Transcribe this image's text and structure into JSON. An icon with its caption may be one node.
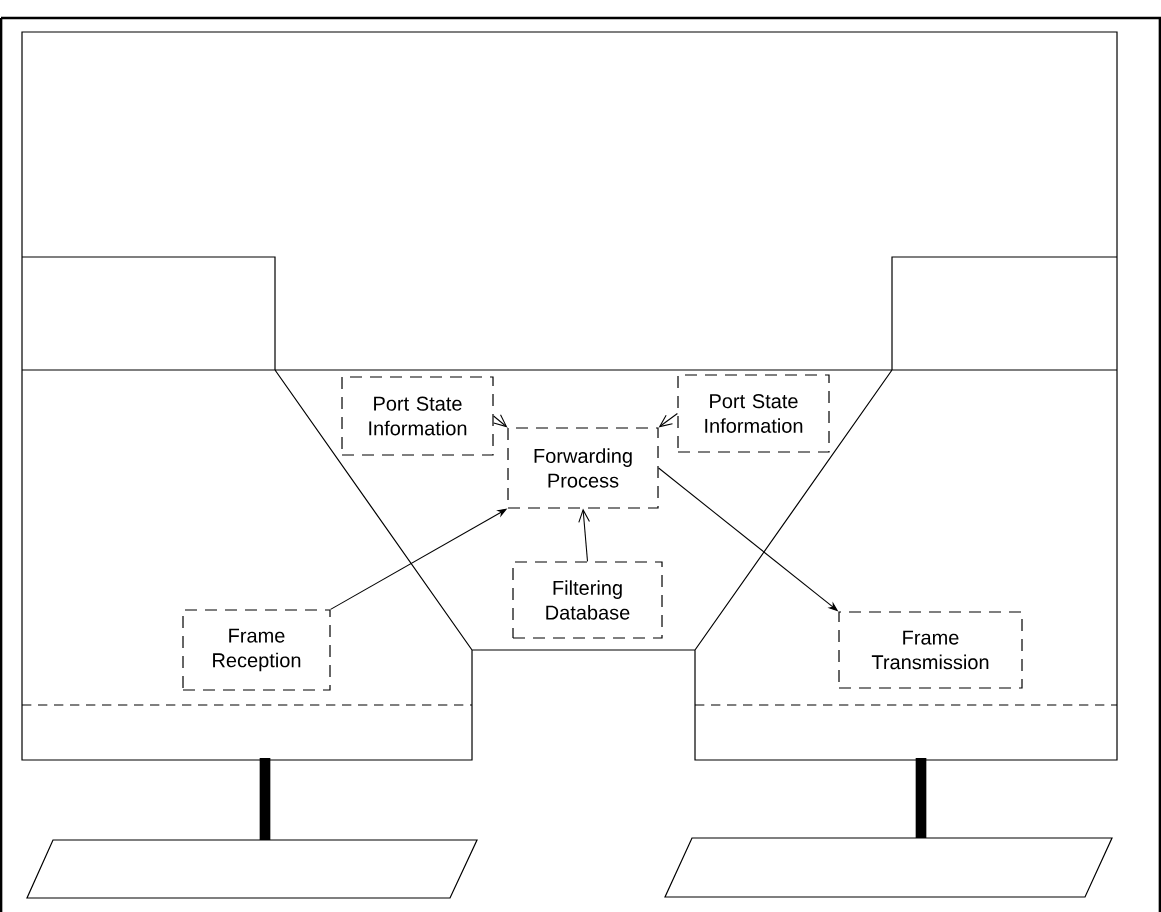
{
  "diagram": {
    "nodes": [
      {
        "text": [
          "Port State Information"
        ]
      },
      {
        "text": [
          "Forwarding Process"
        ]
      },
      {
        "text": [
          "Port State Information"
        ]
      },
      {
        "text": [
          "Filtering Database"
        ]
      },
      {
        "text": [
          "Frame Reception"
        ]
      },
      {
        "text": [
          "Frame Transmission"
        ]
      }
    ],
    "edges": [
      {
        "from": 0,
        "to": 1,
        "arrow": "to"
      },
      {
        "from": 2,
        "to": 1,
        "arrow": "to"
      },
      {
        "from": 3,
        "to": 1,
        "arrow": "to"
      },
      {
        "from": 4,
        "to": 1,
        "arrow": "to"
      },
      {
        "from": 1,
        "to": 5,
        "arrow": "to"
      }
    ]
  }
}
